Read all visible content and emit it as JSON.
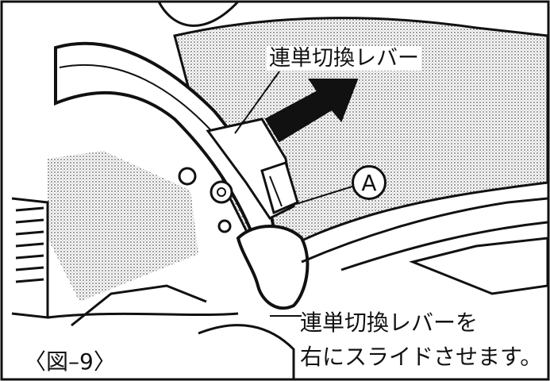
{
  "figure": {
    "lever_label": "連単切換レバー",
    "marker_label": "A",
    "instruction_line1": "連単切換レバーを",
    "instruction_line2": "右にスライドさせます。",
    "figure_number": "〈図–9〉"
  },
  "colors": {
    "ink": "#111111",
    "paper": "#ffffff",
    "shading": "#dcdcdc"
  }
}
